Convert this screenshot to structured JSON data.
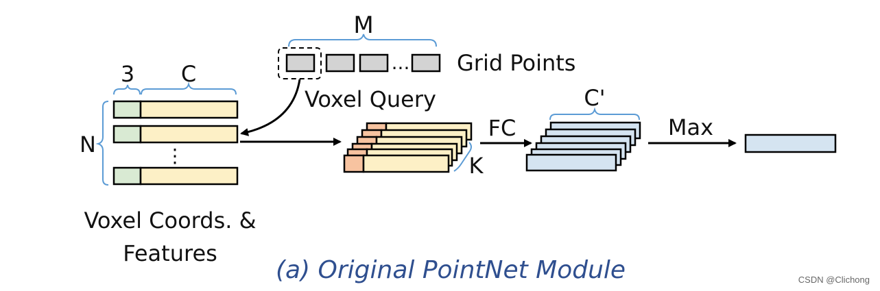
{
  "labels": {
    "m": "M",
    "grid_points": "Grid Points",
    "three": "3",
    "c": "C",
    "voxel_query": "Voxel Query",
    "n": "N",
    "dots_h": "...",
    "dots_v": "⋮",
    "voxel_coords_line1": "Voxel Coords. &",
    "voxel_coords_line2": "Features",
    "fc": "FC",
    "c_prime": "C'",
    "max": "Max",
    "k": "K"
  },
  "caption": "(a) Original PointNet Module",
  "watermark": "CSDN @Clichong",
  "colors": {
    "coord_green": "#d9ead3",
    "feature_yellow": "#fdf0c6",
    "grid_gray": "#d3d3d3",
    "orange": "#f7c3a0",
    "blue_box": "#d5e4f1",
    "brace_blue": "#5b9bd5",
    "caption_blue": "#2f4f8f"
  }
}
